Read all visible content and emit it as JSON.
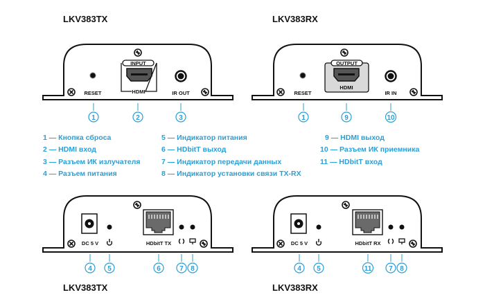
{
  "colors": {
    "accent": "#2a9fd6",
    "ink": "#111111",
    "hdmi_output_fill": "#d9d9d9",
    "rj45_fill": "#6a6a6a"
  },
  "titles": {
    "tx_top": "LKV383TX",
    "rx_top": "LKV383RX",
    "tx_bottom": "LKV383TX",
    "rx_bottom": "LKV383RX"
  },
  "tx_front": {
    "reset_label": "RESET",
    "hdmi_tag": "INPUT",
    "hdmi_label": "HDMI",
    "ir_label": "IR OUT",
    "callouts": [
      "1",
      "2",
      "3"
    ]
  },
  "rx_front": {
    "reset_label": "RESET",
    "hdmi_tag": "OUTPUT",
    "hdmi_label": "HDMI",
    "ir_label": "IR IN",
    "callouts": [
      "1",
      "9",
      "10"
    ]
  },
  "tx_rear": {
    "dc_label": "DC 5 V",
    "power_icon": "power-icon",
    "rj45_label": "HDbitT TX",
    "link_icon": "data-transfer-icon",
    "monitor_icon": "monitor-icon",
    "callouts": [
      "4",
      "5",
      "6",
      "7",
      "8"
    ]
  },
  "rx_rear": {
    "dc_label": "DC 5 V",
    "power_icon": "power-icon",
    "rj45_label": "HDbitT RX",
    "link_icon": "data-transfer-icon",
    "monitor_icon": "monitor-icon",
    "callouts": [
      "4",
      "5",
      "11",
      "7",
      "8"
    ]
  },
  "legend": {
    "col1": [
      "1 — Кнопка сброса",
      "2 — HDMI вход",
      "3 — Разъем ИК излучателя",
      "4 — Разъем питания"
    ],
    "col2": [
      "5 — Индикатор питания",
      "6 — HDbitT выход",
      "7 — Индикатор передачи данных",
      "8 — Индикатор установки связи TX-RX"
    ],
    "col3": [
      "9 — HDMI выход",
      "10 — Разъем ИК приемника",
      "11 — HDbitT вход"
    ]
  }
}
